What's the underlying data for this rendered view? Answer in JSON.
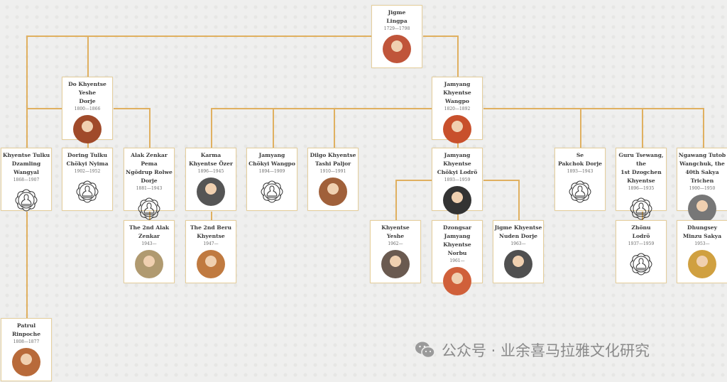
{
  "nodes": [
    {
      "id": "jigme-lingpa",
      "name": "Jigme\nLingpa",
      "dates": "1729—1798",
      "image": "portrait",
      "color": "#c0553a"
    },
    {
      "id": "do-khyentse",
      "name": "Do Khyentse Yeshe\nDorje",
      "dates": "1800—1866",
      "image": "portrait",
      "color": "#a04a2a"
    },
    {
      "id": "jamyang-khyentse-wangpo",
      "name": "Jamyang\nKhyentse Wangpo",
      "dates": "1820—1892",
      "image": "portrait",
      "color": "#c8502c"
    },
    {
      "id": "khyentse-tulku",
      "name": "Khyentse Tulku\nDzamling Wangyal",
      "dates": "1868—1907",
      "image": "lotus"
    },
    {
      "id": "doring-tulku",
      "name": "Doring Tulku\nChökyi Nyima",
      "dates": "1902—1952",
      "image": "lotus"
    },
    {
      "id": "alak-zenkar",
      "name": "Alak Zenkar Pema\nNgödrup Rolwe\nDorje",
      "dates": "1881—1943",
      "image": "lotus"
    },
    {
      "id": "karma-khyentse",
      "name": "Karma\nKhyentse Özer",
      "dates": "1896—1945",
      "image": "portrait",
      "color": "#555555"
    },
    {
      "id": "jamyang-chokyi-wangpo",
      "name": "Jamyang\nChökyi Wangpo",
      "dates": "1894—1909",
      "image": "lotus"
    },
    {
      "id": "dilgo-khyentse",
      "name": "Dilgo Khyentse\nTashi Paljor",
      "dates": "1910—1991",
      "image": "portrait",
      "color": "#a0603a"
    },
    {
      "id": "chokyi-lodro",
      "name": "Jamyang Khyentse\nChökyi Lodrö",
      "dates": "1893—1959",
      "image": "portrait",
      "color": "#333333"
    },
    {
      "id": "se-pakchok",
      "name": "Se\nPakchok Dorje",
      "dates": "1893—1943",
      "image": "lotus"
    },
    {
      "id": "guru-tsewang",
      "name": "Guru Tsewang, the\n1st Dzogchen\nKhyentse",
      "dates": "1896—1935",
      "image": "lotus"
    },
    {
      "id": "ngawang-tutob",
      "name": "Ngawang Tutob\nWangchuk, the\n40th Sakya Trichen",
      "dates": "1900—1950",
      "image": "portrait",
      "color": "#777777"
    },
    {
      "id": "2nd-alak-zenkar",
      "name": "The 2nd Alak\nZenkar",
      "dates": "1943—",
      "image": "portrait",
      "color": "#b09a70"
    },
    {
      "id": "2nd-beru-khyentse",
      "name": "The 2nd Beru\nKhyentse",
      "dates": "1947—",
      "image": "portrait",
      "color": "#c07a40"
    },
    {
      "id": "khyentse-yeshe",
      "name": "Khyentse\nYeshe",
      "dates": "1962—",
      "image": "portrait",
      "color": "#6a5a50"
    },
    {
      "id": "dzongsar",
      "name": "Dzongsar Jamyang\nKhyentse Norbu",
      "dates": "1961—",
      "image": "portrait",
      "color": "#d0603a"
    },
    {
      "id": "jigme-khyentse",
      "name": "Jigme Khyentse\nNuden Dorje",
      "dates": "1963—",
      "image": "portrait",
      "color": "#505050"
    },
    {
      "id": "zhonu-lodro",
      "name": "Zhönu\nLodrö",
      "dates": "1937—1959",
      "image": "lotus"
    },
    {
      "id": "dhungsey",
      "name": "Dhungsey\nMinzu Sakya",
      "dates": "1953—",
      "image": "portrait",
      "color": "#d0a040"
    },
    {
      "id": "patrul",
      "name": "Patrul\nRinpoche",
      "dates": "1808—1877",
      "image": "portrait",
      "color": "#b86a3a"
    }
  ],
  "line_color": "#e0b060",
  "watermark": {
    "icon": "wechat-icon",
    "text": "公众号 · 业余喜马拉雅文化研究"
  }
}
